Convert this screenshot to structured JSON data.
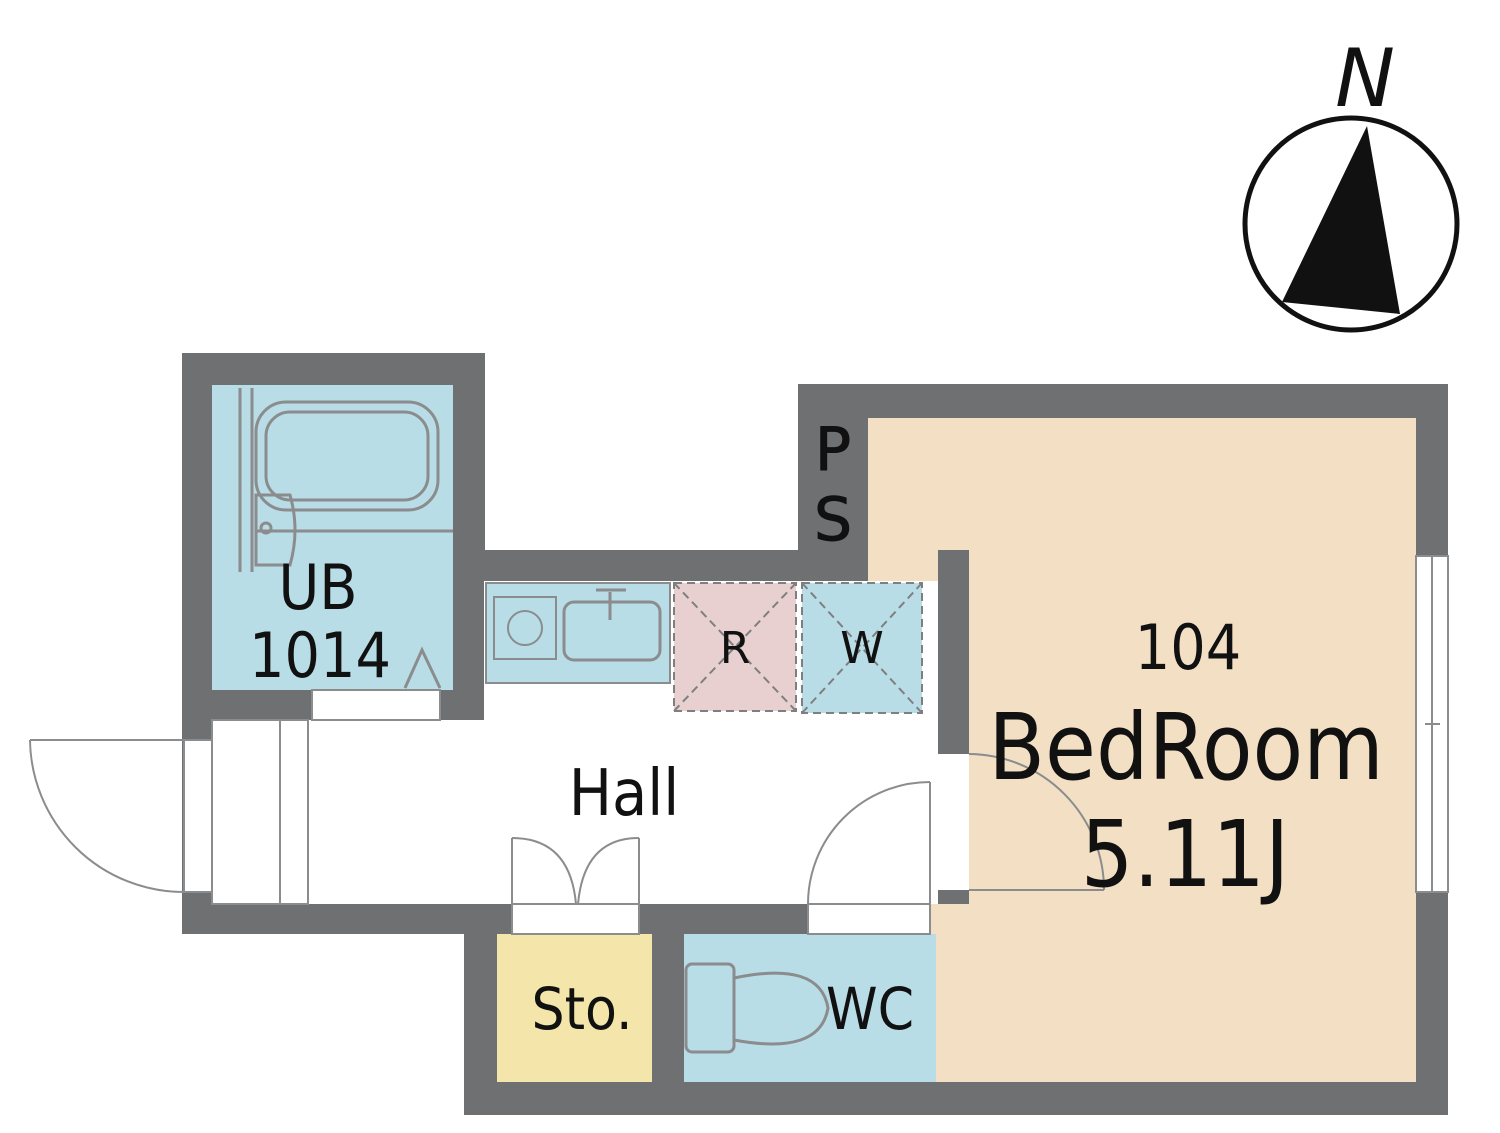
{
  "compass": {
    "north_label": "N",
    "icon": "north-arrow-icon"
  },
  "colors": {
    "wall": "#6e7072",
    "bath": "#b9dde6",
    "bedroom": "#f3dfc4",
    "storage": "#f4e6aa",
    "fridge": "#e8d0d0",
    "hall": "#ffffff",
    "fixture_line": "#8a8c8e"
  },
  "rooms": {
    "unit_bath": {
      "label": "UB",
      "size_code": "1014"
    },
    "pipe_space": {
      "label_top": "P",
      "label_bottom": "S"
    },
    "fridge_space": {
      "label": "R"
    },
    "washer_space": {
      "label": "W"
    },
    "hall": {
      "label": "Hall"
    },
    "storage": {
      "label": "Sto."
    },
    "toilet": {
      "label": "WC"
    },
    "bedroom": {
      "unit_number": "104",
      "label": "BedRoom",
      "size": "5.11J"
    }
  }
}
